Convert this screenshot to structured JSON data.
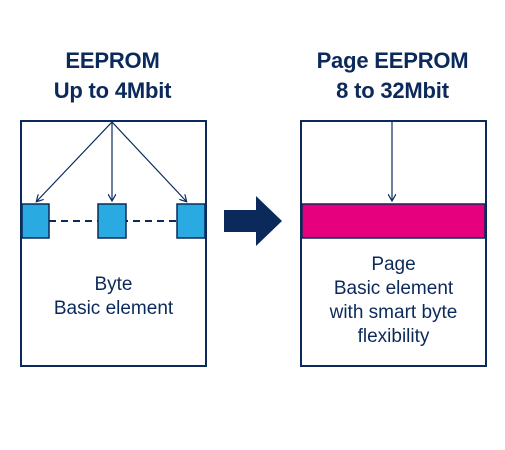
{
  "left": {
    "title_line1": "EEPROM",
    "title_line2": "Up to 4Mbit",
    "caption_line1": "Byte",
    "caption_line2": "Basic element"
  },
  "right": {
    "title_line1": "Page EEPROM",
    "title_line2": "8 to 32Mbit",
    "caption_line1": "Page",
    "caption_line2": "Basic element",
    "caption_line3": "with smart byte",
    "caption_line4": "flexibility"
  },
  "colors": {
    "navy": "#0b2a5b",
    "byte_fill": "#29abe2",
    "page_fill": "#e6007e",
    "arrow": "#0b2a5b"
  }
}
